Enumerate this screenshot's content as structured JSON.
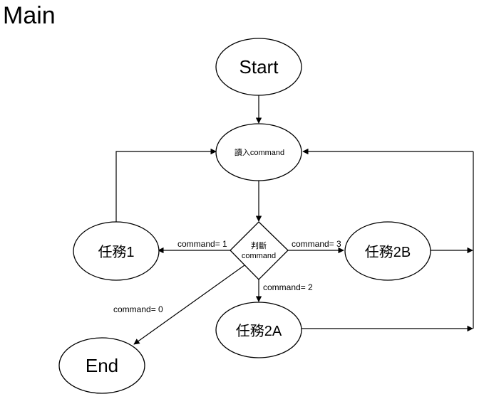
{
  "title": "Main",
  "nodes": {
    "start": "Start",
    "read_command": "讀入command",
    "decision_line1": "判斷",
    "decision_line2": "command",
    "task1": "任務1",
    "task2b": "任務2B",
    "task2a": "任務2A",
    "end": "End"
  },
  "edges": {
    "cmd1": "command= 1",
    "cmd3": "command= 3",
    "cmd2": "command= 2",
    "cmd0": "command= 0"
  }
}
